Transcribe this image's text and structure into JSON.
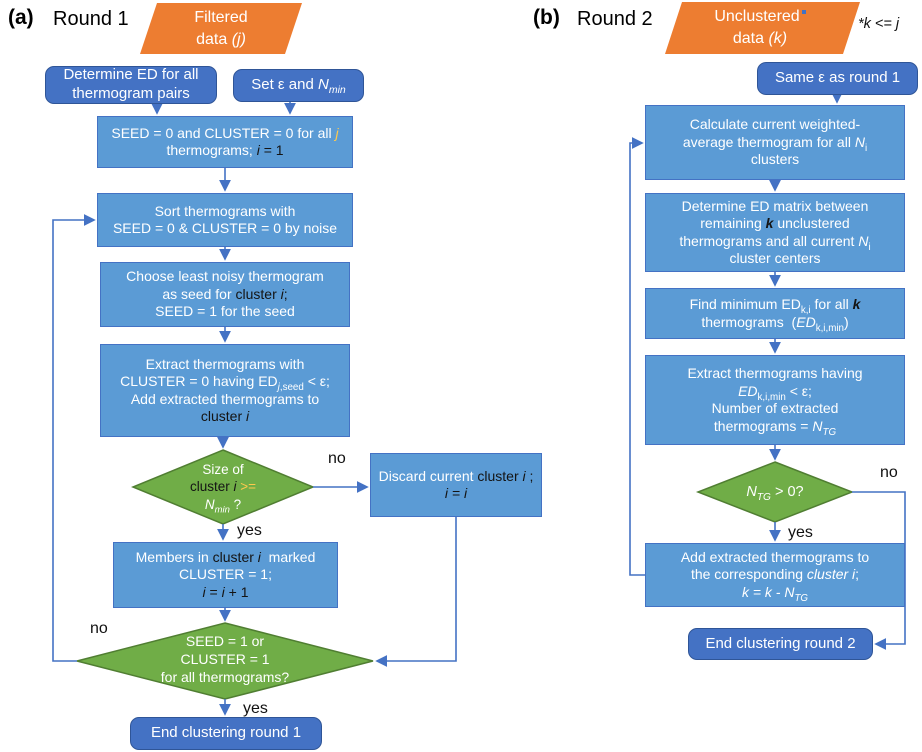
{
  "colors": {
    "orange": "#ED7D31",
    "dark_blue": "#4472C4",
    "light_blue": "#5B9BD5",
    "green": "#70AD47",
    "connector": "#4472C4",
    "highlight_yellow": "#FFC94D"
  },
  "panel_a": {
    "label": "(a)",
    "title": "Round 1",
    "input": {
      "l1": "Filtered",
      "l2a": "data ",
      "l2b": "(j)"
    },
    "determine": {
      "l1": "Determine ED for all",
      "l2": "thermogram pairs"
    },
    "set": {
      "a": "Set ε and ",
      "b": "N",
      "c": "min"
    },
    "init": {
      "l1a": "SEED = 0 and CLUSTER = 0 for all ",
      "l1b": "j",
      "l2a": "thermograms; ",
      "l2b": "i",
      "l2c": " = 1"
    },
    "sort": {
      "l1": "Sort thermograms with",
      "l2": "SEED = 0 & CLUSTER = 0 by noise"
    },
    "choose": {
      "l1": "Choose least noisy thermogram",
      "l2a": "as seed for ",
      "l2b": "cluster ",
      "l2c": "i",
      "l2d": ";",
      "l3": "SEED = 1 for the seed"
    },
    "extract": {
      "l1": "Extract thermograms with",
      "l2a": "CLUSTER = 0 having ED",
      "l2b": "j",
      "l2c": ",seed",
      "l2d": " < ε;",
      "l3": "Add extracted thermograms to",
      "l4a": "cluster ",
      "l4b": "i"
    },
    "size_diamond": {
      "l1": "Size of",
      "l2a": "cluster ",
      "l2b": "i ",
      "l2c": ">=",
      "l3a": "N",
      "l3b": "min",
      "l3c": " ?"
    },
    "no1": "no",
    "yes1": "yes",
    "discard": {
      "l1a": "Discard current ",
      "l1b": "cluster ",
      "l1c": "i",
      "l1d": " ;",
      "l2": "i = i"
    },
    "members": {
      "l1a": "Members in ",
      "l1b": "cluster ",
      "l1c": "i",
      "l1d": "  marked",
      "l2": "CLUSTER = 1;",
      "l3a": "i",
      "l3b": " = ",
      "l3c": "i",
      "l3d": " + 1"
    },
    "done_diamond": {
      "l1": "SEED = 1 or",
      "l2": "CLUSTER = 1",
      "l3": "for all thermograms?"
    },
    "no2": "no",
    "yes2": "yes",
    "end": "End clustering round 1"
  },
  "panel_b": {
    "label": "(b)",
    "title": "Round 2",
    "input": {
      "l1": "Unclustered",
      "l2a": "data ",
      "l2b": "(k)"
    },
    "note": "*k <= j",
    "same": "Same ε as round 1",
    "calc": {
      "l1": "Calculate current weighted-",
      "l2a": "average thermogram for all ",
      "l2b": "N",
      "l2c": "i",
      "l3": "clusters"
    },
    "matrix": {
      "l1": "Determine ED matrix between",
      "l2a": "remaining ",
      "l2b": "k",
      "l2c": " unclustered",
      "l3a": "thermograms and all current ",
      "l3b": "N",
      "l3c": "i",
      "l4": "cluster centers"
    },
    "find": {
      "l1a": "Find minimum ED",
      "l1b": "k,i",
      "l1c": " for all ",
      "l1d": "k",
      "l2a": "thermograms  (",
      "l2b": "ED",
      "l2c": "k,i,min",
      "l2d": ")"
    },
    "extract": {
      "l1": "Extract thermograms having",
      "l2a": "ED",
      "l2b": "k,i,min",
      "l2c": " < ε;",
      "l3": "Number of extracted",
      "l4a": "thermograms = ",
      "l4b": "N",
      "l4c": "TG"
    },
    "ntg_diamond": {
      "a": "N",
      "b": "TG",
      "c": " > 0?"
    },
    "no": "no",
    "yes": "yes",
    "add": {
      "l1": "Add extracted thermograms to",
      "l2a": "the corresponding ",
      "l2b": "cluster i",
      "l2c": ";",
      "l3a": "k = k - N",
      "l3b": "TG"
    },
    "end": "End clustering round 2"
  }
}
